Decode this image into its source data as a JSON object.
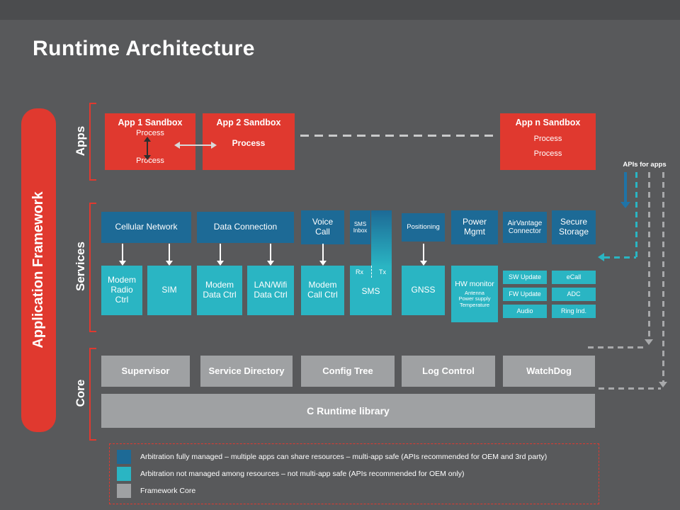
{
  "slide": {
    "title": "Runtime Architecture"
  },
  "framework": {
    "label": "Application Framework"
  },
  "sections": {
    "apps": "Apps",
    "services": "Services",
    "core": "Core"
  },
  "apps": {
    "apis_label": "APIs for apps",
    "app1": {
      "title": "App 1 Sandbox",
      "process_top": "Process",
      "process_bottom": "Process"
    },
    "app2": {
      "title": "App 2 Sandbox",
      "process": "Process"
    },
    "appn": {
      "title": "App n Sandbox",
      "process_top": "Process",
      "process_bottom": "Process"
    }
  },
  "services": {
    "cellular_network": "Cellular Network",
    "data_connection": "Data Connection",
    "voice_call": "Voice Call",
    "sms_inbox": "SMS Inbox",
    "positioning": "Positioning",
    "power_mgmt": "Power Mgmt",
    "airvantage_connector": "AirVantage Connector",
    "secure_storage": "Secure Storage",
    "modem_radio_ctrl": "Modem Radio Ctrl",
    "sim": "SIM",
    "modem_data_ctrl": "Modem Data Ctrl",
    "lan_wifi_data_ctrl": "LAN/Wifi Data Ctrl",
    "modem_call_ctrl": "Modem Call Ctrl",
    "sms": "SMS",
    "rx": "Rx",
    "tx": "Tx",
    "gnss": "GNSS",
    "hw_monitor": {
      "title": "HW monitor",
      "line1": "Antenna",
      "line2": "Power supply",
      "line3": "Temperature"
    },
    "sw_update": "SW Update",
    "fw_update": "FW Update",
    "audio": "Audio",
    "ecall": "eCall",
    "adc": "ADC",
    "ring_ind": "Ring Ind."
  },
  "core": {
    "supervisor": "Supervisor",
    "service_directory": "Service Directory",
    "config_tree": "Config Tree",
    "log_control": "Log Control",
    "watchdog": "WatchDog",
    "runtime_library": "C Runtime library"
  },
  "legend": {
    "items": [
      {
        "name": "arbitration-fully-managed",
        "color": "#1d6a96",
        "text": "Arbitration fully managed – multiple apps can share resources – multi-app safe (APIs recommended for OEM and 3rd party)"
      },
      {
        "name": "arbitration-not-managed",
        "color": "#2ab5c3",
        "text": "Arbitration not managed among resources – not multi-app safe (APIs recommended for OEM only)"
      },
      {
        "name": "framework-core",
        "color": "#9fa1a3",
        "text": "Framework Core"
      }
    ]
  },
  "colors": {
    "background": "#58595b",
    "top_bar": "#4b4c4e",
    "red_accent": "#e0392f",
    "service_blue": "#1d6a96",
    "service_teal": "#2ab5c3",
    "core_gray": "#9fa1a3",
    "text": "#ffffff"
  }
}
